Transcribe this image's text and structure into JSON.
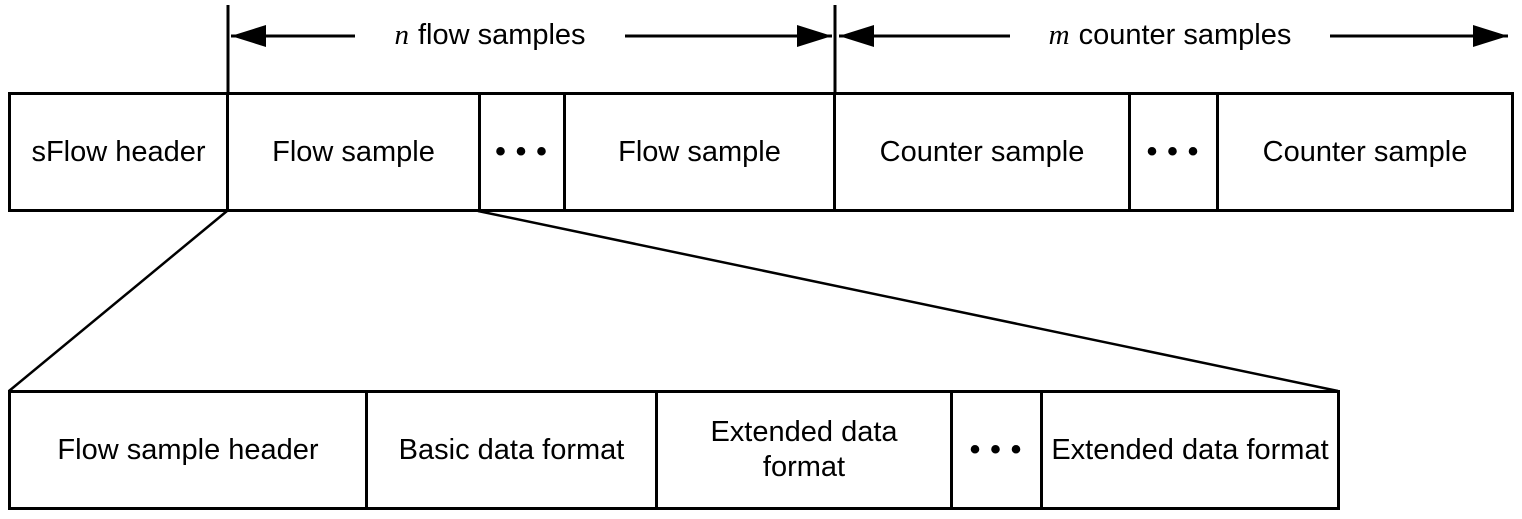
{
  "diagram": {
    "spans": {
      "flow": {
        "variable": "n",
        "label": "flow samples"
      },
      "counter": {
        "variable": "m",
        "label": "counter samples"
      }
    },
    "top_row": {
      "cells": [
        {
          "label": "sFlow header"
        },
        {
          "label": "Flow sample"
        },
        {
          "label": "•••"
        },
        {
          "label": "Flow sample"
        },
        {
          "label": "Counter sample"
        },
        {
          "label": "•••"
        },
        {
          "label": "Counter sample"
        }
      ]
    },
    "bottom_row": {
      "cells": [
        {
          "label": "Flow sample header"
        },
        {
          "label": "Basic data format"
        },
        {
          "label": "Extended data format"
        },
        {
          "label": "•••"
        },
        {
          "label": "Extended data format"
        }
      ]
    }
  }
}
